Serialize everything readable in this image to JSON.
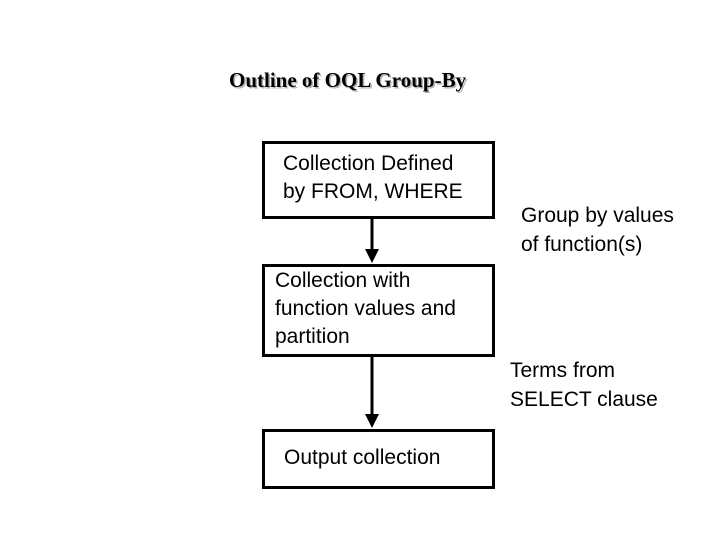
{
  "title": "Outline of OQL Group-By",
  "boxes": [
    {
      "label": "Collection Defined\nby FROM, WHERE"
    },
    {
      "label": "Collection with\nfunction values and\npartition"
    },
    {
      "label": "Output collection"
    }
  ],
  "annotations": [
    {
      "label": "Group by values\nof function(s)"
    },
    {
      "label": "Terms from\nSELECT clause"
    }
  ]
}
